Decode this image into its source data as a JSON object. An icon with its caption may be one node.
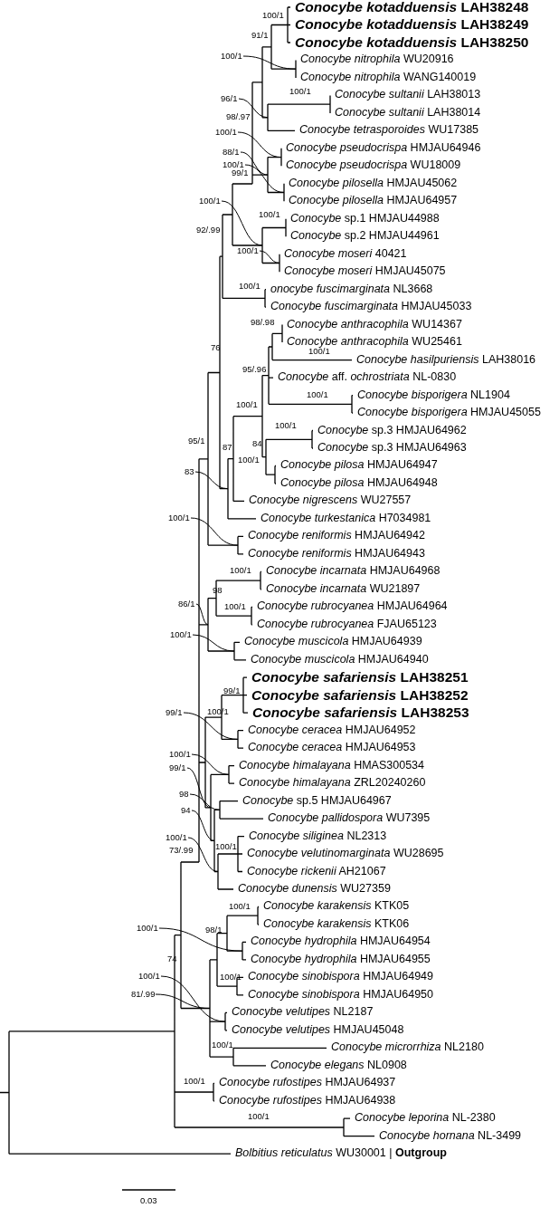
{
  "diagram": {
    "nodes": [
      {
        "text": [
          "100/1"
        ]
      },
      {
        "text": [
          "96/1"
        ]
      },
      {
        "text": [
          "100/1"
        ]
      },
      {
        "text": [
          "88/1"
        ]
      },
      {
        "text": [
          "100/1"
        ]
      },
      {
        "text": [
          "100/1"
        ]
      },
      {
        "text": [
          "100/1"
        ]
      },
      {
        "text": [
          "83"
        ]
      },
      {
        "text": [
          "100/1"
        ]
      },
      {
        "text": [
          "86/1"
        ]
      },
      {
        "text": [
          "100/1"
        ]
      },
      {
        "text": [
          "99/1"
        ]
      },
      {
        "text": [
          "100/1"
        ]
      },
      {
        "text": [
          "99/1"
        ]
      },
      {
        "text": [
          "98"
        ]
      },
      {
        "text": [
          "94"
        ]
      },
      {
        "text": [
          "100/1"
        ]
      },
      {
        "text": [
          "100/1"
        ]
      },
      {
        "text": [
          "100/1"
        ]
      },
      {
        "text": [
          "81/.99"
        ]
      },
      {
        "text": [],
        "shape": "bar"
      },
      {
        "text": [],
        "shape": "bar"
      },
      {
        "text": [],
        "shape": "bar"
      },
      {
        "text": [],
        "shape": "bar"
      },
      {
        "text": [],
        "shape": "bar"
      },
      {
        "text": [],
        "shape": "bar"
      },
      {
        "text": [],
        "shape": "bar"
      },
      {
        "text": [],
        "shape": "bar"
      },
      {
        "text": [],
        "shape": "bar"
      },
      {
        "text": [],
        "shape": "bar"
      },
      {
        "text": [],
        "shape": "bar"
      },
      {
        "text": [],
        "shape": "bar"
      },
      {
        "text": [],
        "shape": "bar"
      },
      {
        "text": [],
        "shape": "bar"
      },
      {
        "text": [],
        "shape": "bar"
      },
      {
        "text": [],
        "shape": "bar"
      },
      {
        "text": [],
        "shape": "bar"
      },
      {
        "text": [],
        "shape": "bar"
      },
      {
        "text": [],
        "shape": "bar"
      },
      {
        "text": [],
        "shape": "bar"
      }
    ],
    "edges": [
      {
        "from": 0,
        "to": 20,
        "arrow": "none"
      },
      {
        "from": 1,
        "to": 21,
        "arrow": "none"
      },
      {
        "from": 2,
        "to": 22,
        "arrow": "none"
      },
      {
        "from": 3,
        "to": 23,
        "arrow": "none"
      },
      {
        "from": 4,
        "to": 24,
        "arrow": "none"
      },
      {
        "from": 5,
        "to": 25,
        "arrow": "none"
      },
      {
        "from": 6,
        "to": 26,
        "arrow": "none"
      },
      {
        "from": 7,
        "to": 27,
        "arrow": "none"
      },
      {
        "from": 8,
        "to": 28,
        "arrow": "none"
      },
      {
        "from": 9,
        "to": 29,
        "arrow": "none"
      },
      {
        "from": 10,
        "to": 30,
        "arrow": "none"
      },
      {
        "from": 11,
        "to": 31,
        "arrow": "none"
      },
      {
        "from": 12,
        "to": 32,
        "arrow": "none"
      },
      {
        "from": 13,
        "to": 33,
        "arrow": "none"
      },
      {
        "from": 14,
        "to": 34,
        "arrow": "none"
      },
      {
        "from": 15,
        "to": 35,
        "arrow": "none"
      },
      {
        "from": 16,
        "to": 36,
        "arrow": "none"
      },
      {
        "from": 17,
        "to": 37,
        "arrow": "none"
      },
      {
        "from": 18,
        "to": 39,
        "arrow": "none"
      },
      {
        "from": 19,
        "to": 38,
        "arrow": "none"
      }
    ],
    "labels": [
      "*Conocybe kotadduensis* LAH38248",
      "*Conocybe kotadduensis* LAH38249",
      "*Conocybe kotadduensis* LAH38250",
      "*Conocybe nitrophila* WU20916",
      "*Conocybe nitrophila* WANG140019",
      "*Conocybe sultanii* LAH38013",
      "*Conocybe sultanii* LAH38014",
      "*Conocybe tetrasporoides* WU17385",
      "*Conocybe pseudocrispa* HMJAU64946",
      "*Conocybe pseudocrispa* WU18009",
      "*Conocybe pilosella* HMJAU45062",
      "*Conocybe pilosella* HMJAU64957",
      "*Conocybe* sp.1 HMJAU44988",
      "*Conocybe* sp.2 HMJAU44961",
      "*Conocybe moseri* 40421",
      "*Conocybe moseri* HMJAU45075",
      "*onocybe fuscimarginata* NL3668",
      "*Conocybe fuscimarginata* HMJAU45033",
      "*Conocybe anthracophila* WU14367",
      "*Conocybe anthracophila* WU25461",
      "*Conocybe hasilpuriensis* LAH38016",
      "*Conocybe* aff. *ochrostriata* NL-0830",
      "*Conocybe bisporigera* NL1904",
      "*Conocybe bisporigera* HMJAU45055",
      "*Conocybe* sp.3 HMJAU64962",
      "*Conocybe* sp.3 HMJAU64963",
      "*Conocybe pilosa* HMJAU64947",
      "*Conocybe pilosa* HMJAU64948",
      "*Conocybe nigrescens* WU27557",
      "*Conocybe turkestanica* H7034981",
      "*Conocybe reniformis* HMJAU64942",
      "*Conocybe reniformis* HMJAU64943",
      "*Conocybe incarnata* HMJAU64968",
      "*Conocybe incarnata* WU21897",
      "*Conocybe rubrocyanea* HMJAU64964",
      "*Conocybe rubrocyanea* FJAU65123",
      "*Conocybe muscicola* HMJAU64939",
      "*Conocybe muscicola* HMJAU64940",
      "*Conocybe safariensis* LAH38251",
      "*Conocybe safariensis* LAH38252",
      "*Conocybe safariensis* LAH38253",
      "*Conocybe ceracea* HMJAU64952",
      "*Conocybe ceracea* HMJAU64953",
      "*Conocybe himalayana* HMAS300534",
      "*Conocybe himalayana* ZRL20240260",
      "*Conocybe* sp.5 HMJAU64967",
      "*Conocybe pallidospora* WU7395",
      "*Conocybe siliginea* NL2313",
      "*Conocybe velutinomarginata* WU28695",
      "*Conocybe rickenii* AH21067",
      "*Conocybe dunensis* WU27359",
      "*Conocybe karakensis* KTK05",
      "*Conocybe karakensis* KTK06",
      "*Conocybe hydrophila* HMJAU64954",
      "*Conocybe hydrophila* HMJAU64955",
      "*Conocybe sinobispora* HMJAU64949",
      "*Conocybe sinobispora* HMJAU64950",
      "*Conocybe velutipes* NL2187",
      "*Conocybe velutipes* HMJAU45048",
      "*Conocybe microrrhiza* NL2180",
      "*Conocybe elegans* NL0908",
      "*Conocybe rufostipes* HMJAU64937",
      "*Conocybe rufostipes* HMJAU64938",
      "*Conocybe leporina* NL-2380",
      "*Conocybe hornana* NL-3499",
      "*Bolbitius reticulatus* WU30001 | **Outgroup**",
      "100/1",
      "91/1",
      "100/1",
      "98/.97",
      "99/1",
      "100/1",
      "92/.99",
      "100/1",
      "98/.98",
      "76",
      "100/1",
      "95/.96",
      "100/1",
      "100/1",
      "100/1",
      "95/1",
      "87",
      "84",
      "100/1",
      "100/1",
      "98",
      "100/1",
      "99/1",
      "100/1",
      "100/1",
      "73/.99",
      "100/1",
      "98/1",
      "74",
      "100/1",
      "100/1",
      "100/1",
      "100/1",
      "0.03"
    ]
  }
}
